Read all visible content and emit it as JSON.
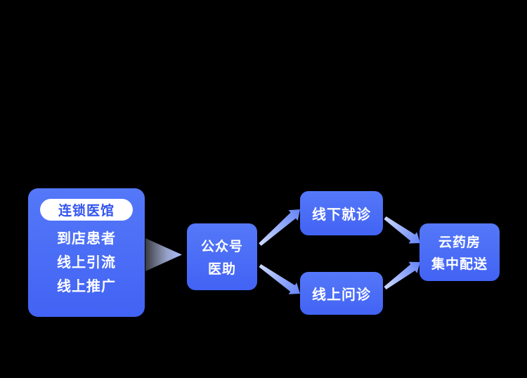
{
  "page": {
    "background": "#000000"
  },
  "colors": {
    "node_blue": "#4a6cf7",
    "badge_bg": "#ffffff",
    "badge_text": "#3354ee",
    "arrow_light": "#ccd8ff",
    "arrow_blue": "#5b7cf7",
    "text": "#ffffff"
  },
  "diagram": {
    "source": {
      "badge": "连锁医馆",
      "items": [
        "到店患者",
        "线上引流",
        "线上推广"
      ]
    },
    "hub": {
      "lines": [
        "公众号",
        "医助"
      ]
    },
    "branch_offline": {
      "label": "线下就诊"
    },
    "branch_online": {
      "label": "线上问诊"
    },
    "end": {
      "lines": [
        "云药房",
        "集中配送"
      ]
    },
    "arrows": [
      {
        "name": "main-flow-arrow",
        "from": "连锁医馆",
        "to": "公众号医助"
      },
      {
        "name": "hub-to-offline-arrow",
        "from": "公众号医助",
        "to": "线下就诊"
      },
      {
        "name": "hub-to-online-arrow",
        "from": "公众号医助",
        "to": "线上问诊"
      },
      {
        "name": "offline-to-pharmacy-arrow",
        "from": "线下就诊",
        "to": "云药房集中配送"
      },
      {
        "name": "online-to-pharmacy-arrow",
        "from": "线上问诊",
        "to": "云药房集中配送"
      }
    ]
  }
}
